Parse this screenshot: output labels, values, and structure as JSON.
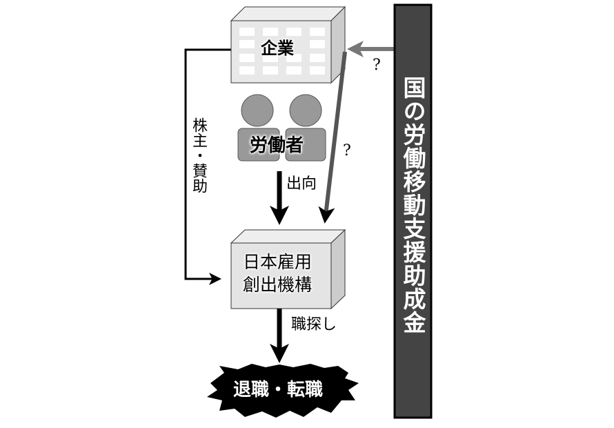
{
  "nodes": {
    "company": "企業",
    "workers": "労働者",
    "jec_line1": "日本雇用",
    "jec_line2": "創出機構",
    "outcome": "退職・転職"
  },
  "edges": {
    "shareholder": "株主・賛助",
    "secondment": "出向",
    "job_search": "職探し",
    "question1": "?",
    "question2": "?"
  },
  "subsidy_bar": {
    "label": "国の労働移動支援助成金",
    "color": "#444444"
  }
}
